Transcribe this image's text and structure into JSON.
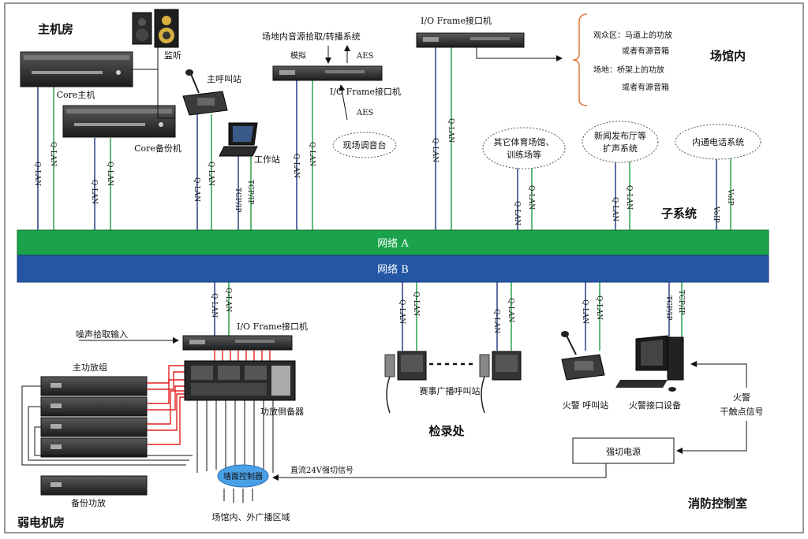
{
  "areas": {
    "main_room": "主机房",
    "venue_inside": "场馆内",
    "subsystem": "子系统",
    "weak_room": "弱电机房",
    "checkin": "检录处",
    "fire_room": "消防控制室"
  },
  "devices": {
    "monitor": "监听",
    "core_main": "Core主机",
    "core_backup": "Core备份机",
    "main_paging": "主呼叫站",
    "workstation": "工作站",
    "venue_audio": "场地内音源拾取/转播系统",
    "analog": "模拟",
    "aes_top": "AES",
    "io_frame_top": "I/O Frame接口机",
    "aes_mid": "AES",
    "io_frame_mid": "I/O Frame接口机",
    "mixer": "现场调音台",
    "io_frame_bottom": "I/O Frame接口机",
    "noise_input": "噪声拾取输入",
    "main_amp_group": "主功放组",
    "backup_amp": "备份功放",
    "amp_switcher": "功放倒备器",
    "wall_controller": "墙面控制器",
    "broadcast_zones": "场馆内、外广播区域",
    "event_paging": "赛事广播呼叫站",
    "fire_paging": "火警 呼叫站",
    "fire_interface": "火警接口设备",
    "strong_cut": "强切电源",
    "dc24": "直流24V强切信号",
    "fire_alarm_l1": "火警",
    "fire_alarm_l2": "干触点信号"
  },
  "audience": {
    "l1": "观众区：马道上的功放",
    "l2": "或者有源音箱",
    "l3": "场地：桥架上的功放",
    "l4": "或者有源音箱"
  },
  "clouds": {
    "other_venues_l1": "其它体育场馆、",
    "other_venues_l2": "训练场等",
    "press_l1": "新闻发布厅等",
    "press_l2": "扩声系统",
    "intercom": "内通电话系统"
  },
  "networks": {
    "a": "网络 A",
    "b": "网络 B"
  },
  "links": {
    "qlan": "Q-LAN",
    "tcpip": "TCP/IP",
    "voip": "VoIP"
  },
  "colors": {
    "network_a": "#1aa34a",
    "network_b": "#2456a6",
    "blue_link": "#2a3f86",
    "green_link": "#2aa34a",
    "red_wire": "#e02020",
    "bracket": "#e07a3a"
  }
}
